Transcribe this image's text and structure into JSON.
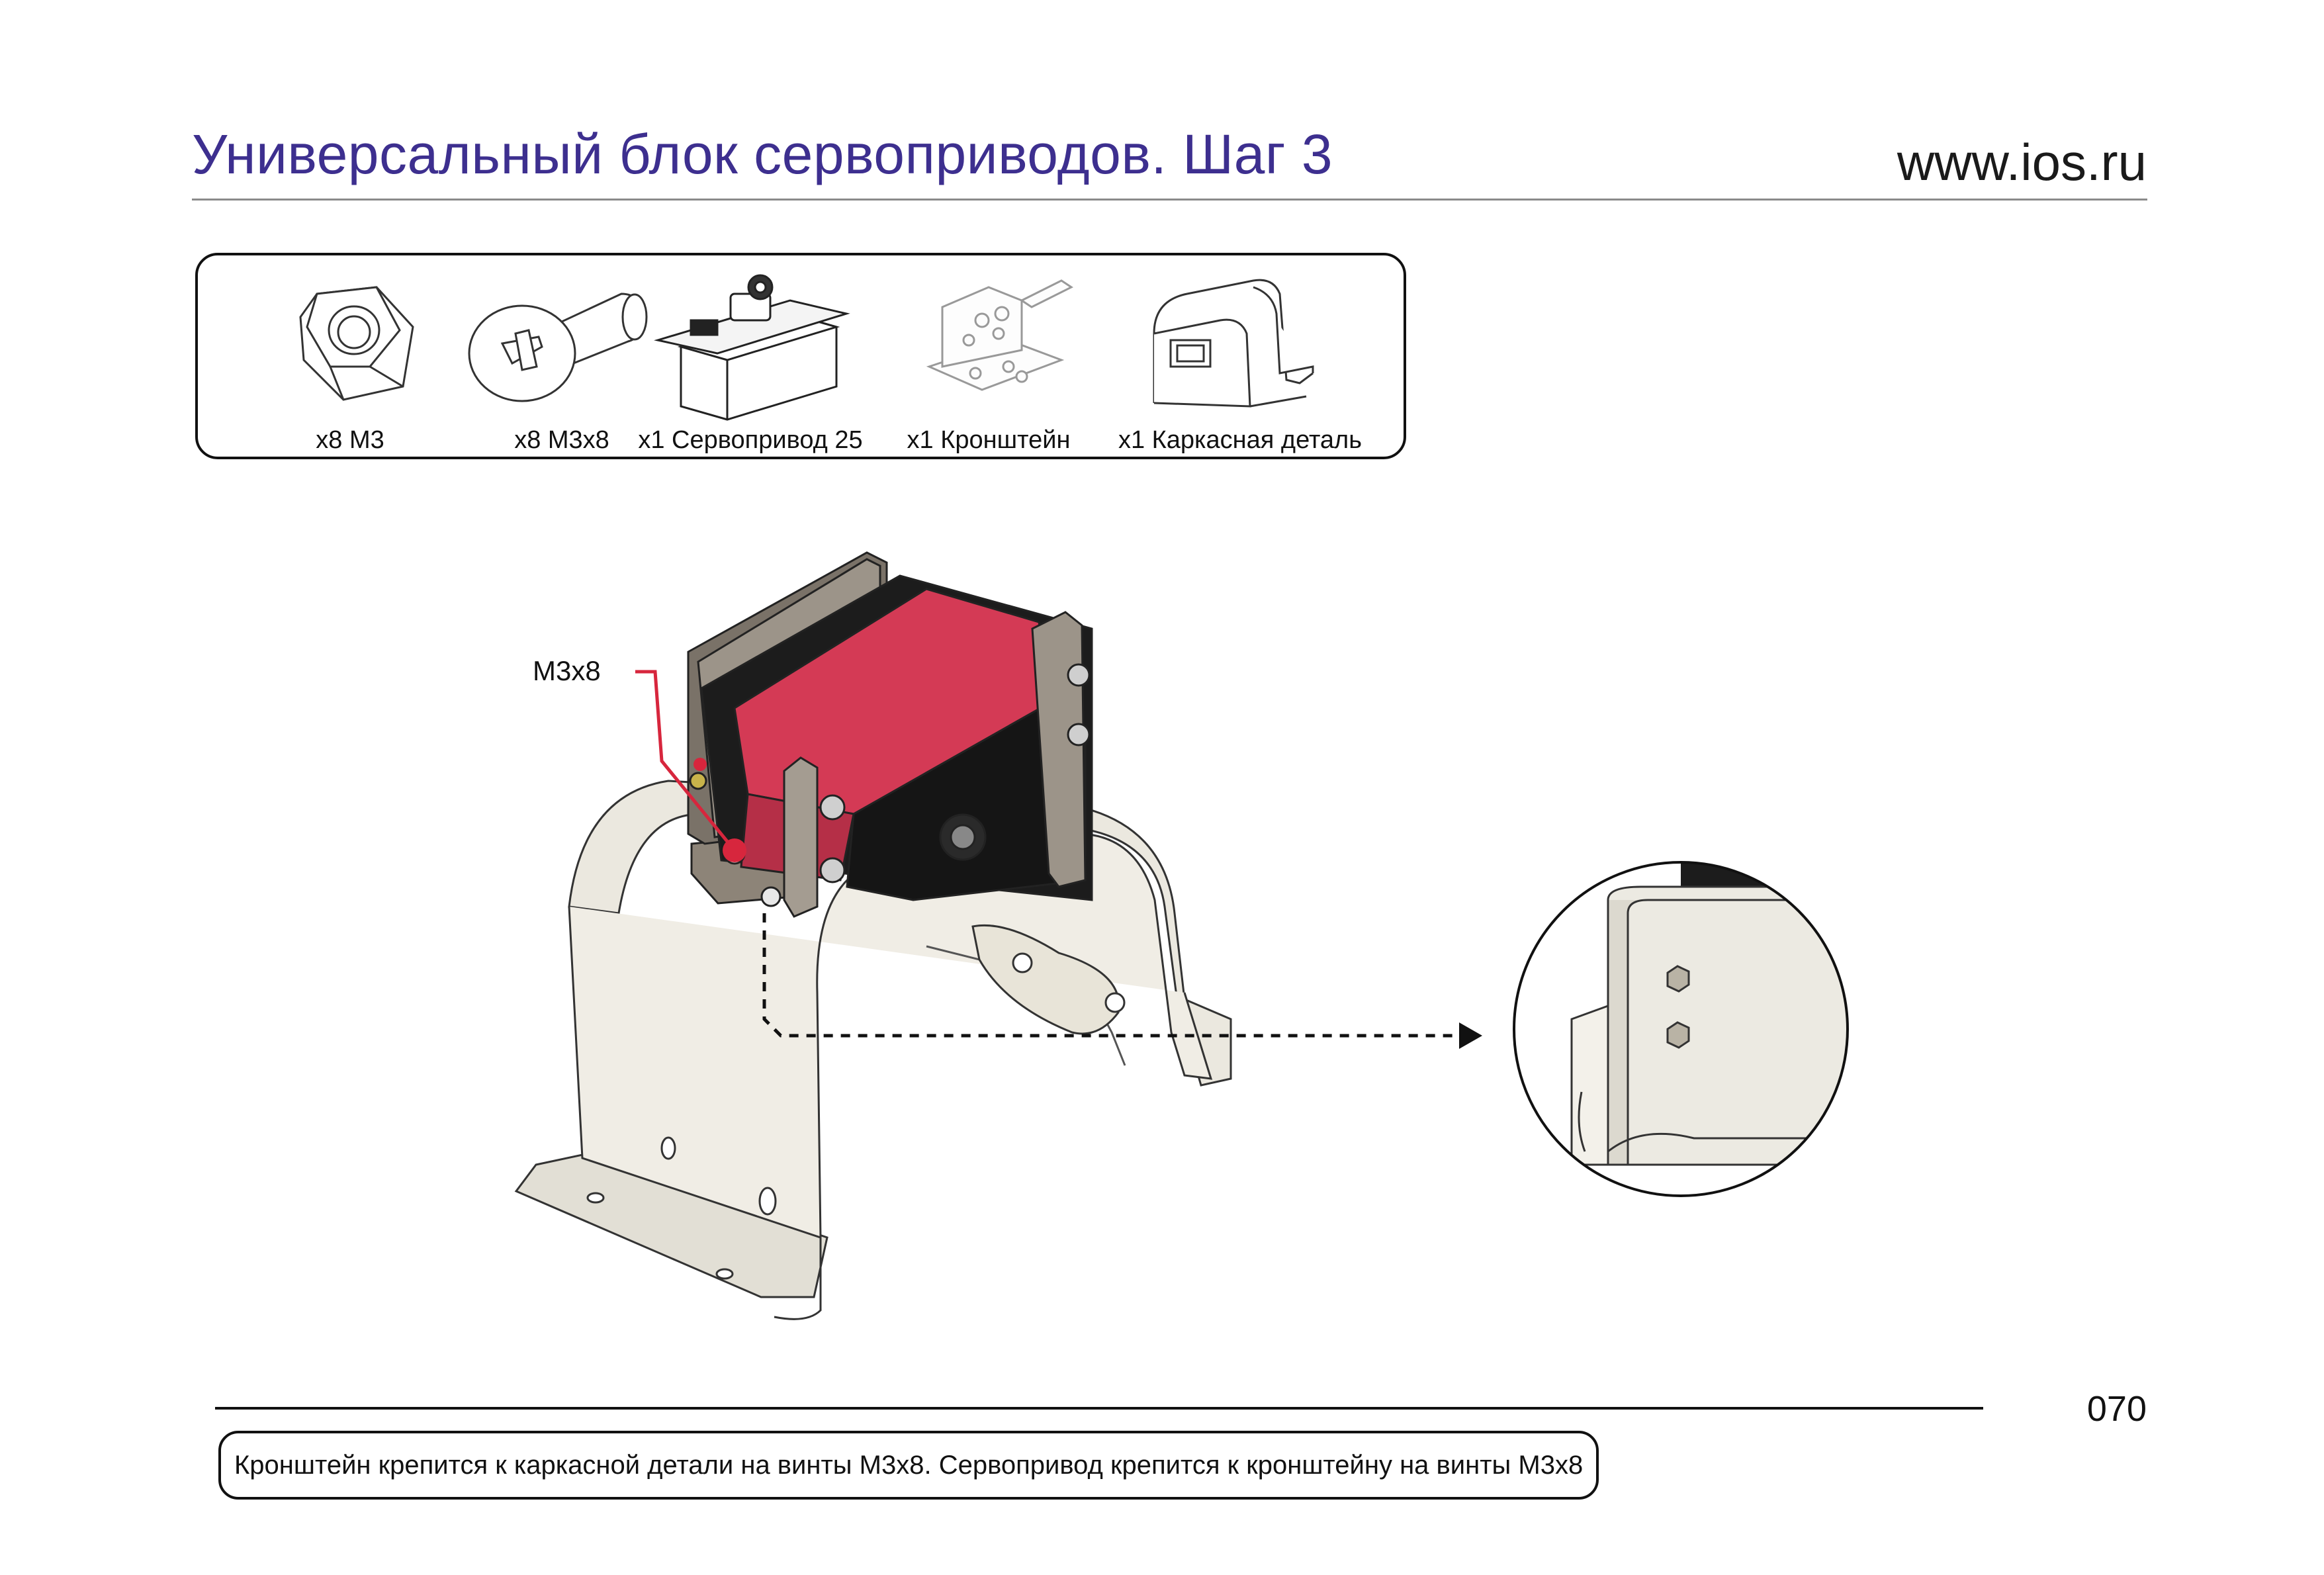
{
  "header": {
    "title": "Универсальный блок сервоприводов. Шаг 3",
    "site": "www.ios.ru"
  },
  "parts": [
    {
      "label": "x8 M3",
      "icon": "hex-nut-icon"
    },
    {
      "label": "x8 M3x8",
      "icon": "screw-icon"
    },
    {
      "label": "x1 Сервопривод 25",
      "icon": "servo-icon"
    },
    {
      "label": "x1 Кронштейн",
      "icon": "bracket-icon"
    },
    {
      "label": "x1 Каркасная деталь",
      "icon": "frame-part-icon"
    }
  ],
  "callout": {
    "label": "M3x8"
  },
  "page_number": "070",
  "caption": "Кронштейн крепится к каркасной детали на винты M3x8. Сервопривод крепится к кронштейну на винты M3x8",
  "colors": {
    "title": "#3d2f8f",
    "servo_body": "#d43a55",
    "frame": "#ebe8df",
    "callout": "#d7263d"
  }
}
